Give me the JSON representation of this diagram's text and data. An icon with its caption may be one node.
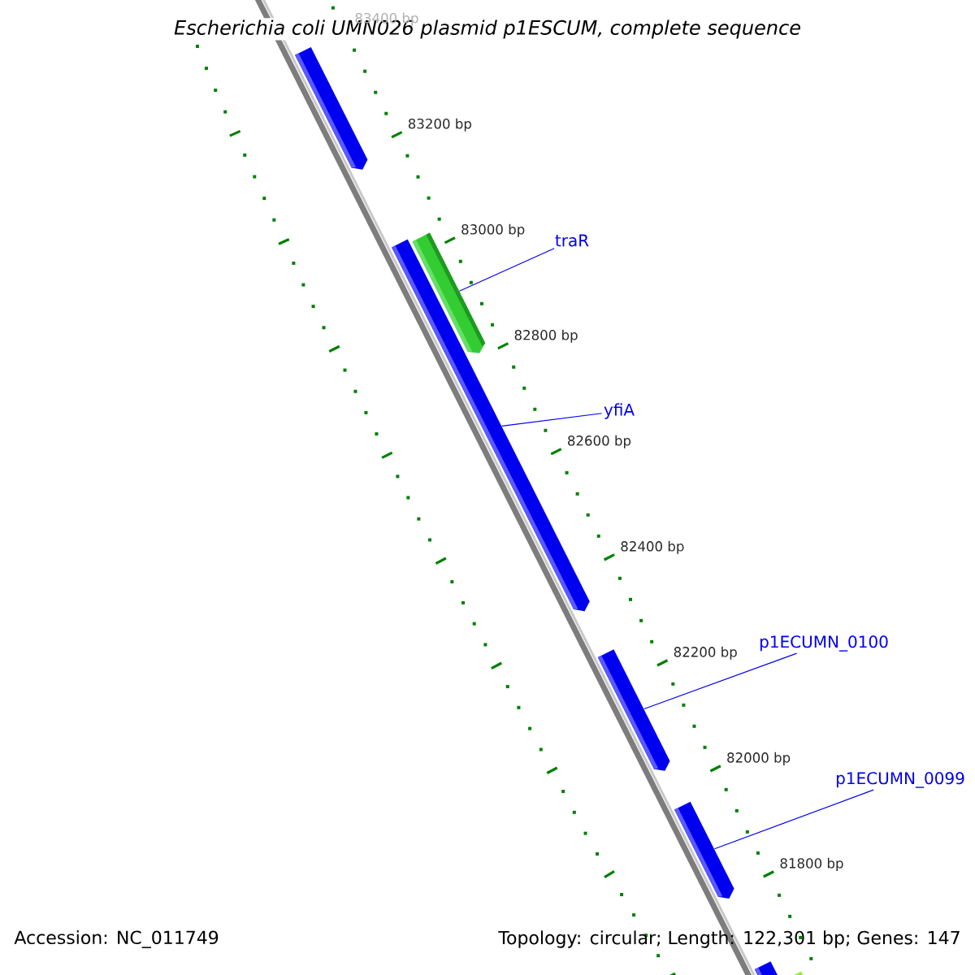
{
  "diagram": {
    "title": "Escherichia coli UMN026 plasmid p1ESCUM, complete sequence",
    "nodes": [
      {
        "text": [],
        "shape": "bar"
      },
      {
        "text": [
          "traR"
        ]
      },
      {
        "text": [],
        "shape": "bar"
      },
      {
        "text": [
          "yfiA"
        ]
      },
      {
        "text": [],
        "shape": "bar"
      },
      {
        "text": [
          "p1ECUMN_0100"
        ]
      },
      {
        "text": [],
        "shape": "bar"
      },
      {
        "text": [
          "p1ECUMN_0099"
        ]
      },
      {
        "text": [],
        "shape": "bar"
      },
      {
        "text": [],
        "shape": "bar"
      },
      {
        "text": [],
        "shape": "bar"
      }
    ],
    "edges": [
      {
        "from": 1,
        "to": 2,
        "arrow": "none"
      },
      {
        "from": 3,
        "to": 4,
        "arrow": "none"
      },
      {
        "from": 5,
        "to": 6,
        "arrow": "none"
      },
      {
        "from": 7,
        "to": 8,
        "arrow": "none"
      }
    ],
    "labels": [
      "83400 bp",
      "83200 bp",
      "83000 bp",
      "82800 bp",
      "82600 bp",
      "82400 bp",
      "82200 bp",
      "82000 bp",
      "81800 bp",
      "Accession: NC_011749",
      "Topology: circular; Length: 122,301 bp; Genes: 147"
    ]
  }
}
